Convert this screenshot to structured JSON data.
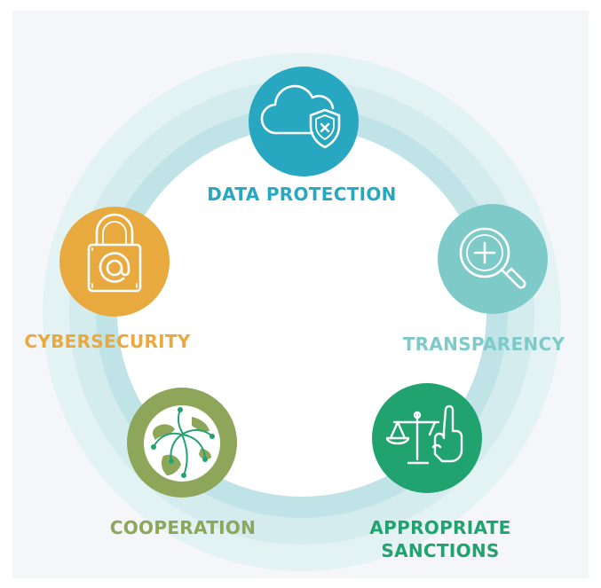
{
  "colors": {
    "data_protection": "#27a8c0",
    "transparency": "#7ecac9",
    "cybersecurity": "#e8a93f",
    "cooperation": "#8ea65a",
    "appropriate_sanctions": "#21a36f",
    "ring": "#bfe3e6",
    "panel": "#f4f6f9"
  },
  "items": {
    "data_protection": {
      "label": "DATA PROTECTION",
      "icon": "cloud-shield-icon"
    },
    "transparency": {
      "label": "TRANSPARENCY",
      "icon": "magnifier-plus-icon"
    },
    "cybersecurity": {
      "label": "CYBERSECURITY",
      "icon": "padlock-at-icon"
    },
    "cooperation": {
      "label": "COOPERATION",
      "icon": "globe-arrows-icon"
    },
    "appropriate_sanctions": {
      "label_line1": "APPROPRIATE",
      "label_line2": "SANCTIONS",
      "icon": "scales-hand-icon"
    }
  }
}
